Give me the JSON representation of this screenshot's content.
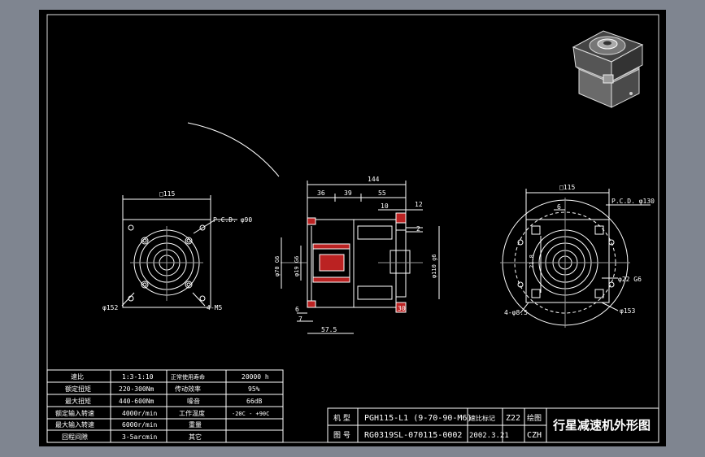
{
  "spec_table": {
    "rows": [
      {
        "l1": "速比",
        "v1": "1:3-1:10",
        "l2": "正常使用寿命",
        "v2": "20000 h"
      },
      {
        "l1": "额定扭矩",
        "v1": "220-300Nm",
        "l2": "传动效率",
        "v2": "95%"
      },
      {
        "l1": "最大扭矩",
        "v1": "440-600Nm",
        "l2": "噪音",
        "v2": "66dB"
      },
      {
        "l1": "额定输入转速",
        "v1": "4000r/min",
        "l2": "工作温度",
        "v2": "-20C - +90C"
      },
      {
        "l1": "最大输入转速",
        "v1": "6000r/min",
        "l2": "重量",
        "v2": ""
      },
      {
        "l1": "回程间隙",
        "v1": "3-5arcmin",
        "l2": "其它",
        "v2": ""
      }
    ]
  },
  "title_block": {
    "label_model": "机 型",
    "model": "PGH115-L1 (9-70-90-M6)",
    "label_ratio": "速比标记",
    "ratio": "Z22",
    "label_drawer": "绘图",
    "label_drawing_no": "图 号",
    "drawing_no": "RG0319SL-070115-0002",
    "date": "2002.3.21",
    "drawer": "CZH",
    "drawing_title": "行星减速机外形图"
  },
  "dims": {
    "front_square": "□115",
    "front_pcd": "P.C.D. φ90",
    "front_dia": "φ152",
    "front_holes": "4-M5",
    "side_total": "144",
    "side_36": "36",
    "side_39": "39",
    "side_55": "55",
    "side_10": "10",
    "side_12": "12",
    "side_2": "2",
    "side_bore": "φ70 G6",
    "side_shaft": "φ19 G6",
    "side_flange": "φ110 g6",
    "side_6": "6",
    "side_7": "7",
    "side_30": "30",
    "side_57": "57.5",
    "rear_square": "□115",
    "rear_pcd": "P.C.D. φ130",
    "rear_6": "6",
    "rear_21": "21.8",
    "rear_shaft": "φ22 G6",
    "rear_holes": "4-φ8.5",
    "rear_dia": "φ153"
  }
}
